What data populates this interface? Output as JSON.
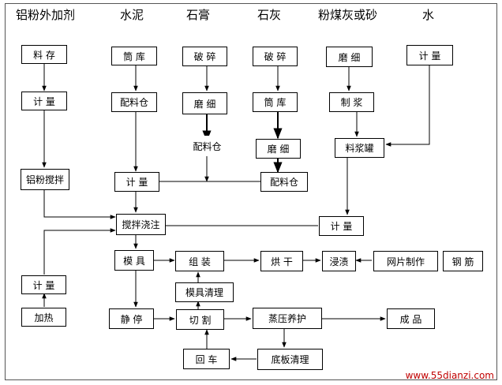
{
  "columns": {
    "c1": "铝粉外加剂",
    "c2": "水泥",
    "c3": "石膏",
    "c4": "石灰",
    "c5": "粉煤灰或砂",
    "c6": "水"
  },
  "nodes": {
    "liaocun": "料 存",
    "jiliang_al": "计 量",
    "lvfen_jiaoban": "铝粉搅拌",
    "jiliang_heat": "计 量",
    "jiare": "加热",
    "tongku_cement": "筒 库",
    "peiliaocang_cement": "配料仓",
    "jiliang_center": "计 量",
    "jiaoban_jiaozhu": "搅拌浇注",
    "moju": "模 具",
    "jingting": "静 停",
    "posui_gypsum": "破 碎",
    "moxi_gypsum": "磨 细",
    "peiliaocang_gypsum": "配料仓",
    "posui_lime": "破 碎",
    "tongku_lime": "筒 库",
    "moxi_lime": "磨 细",
    "peiliaocang_lime": "配料仓",
    "moxi_ash": "磨 细",
    "zhijiang": "制 浆",
    "liaojiangguan": "料浆罐",
    "jiliang_slurry": "计 量",
    "jiliang_water": "计 量",
    "zuzhuang": "组 装",
    "mojuqingli": "模具清理",
    "hongganzi": "烘 干",
    "jinzi": "浸渍",
    "wangpianzhizuo": "网片制作",
    "gangjin": "钢 筋",
    "qiege": "切 割",
    "zhengya": "蒸压养护",
    "chengpin": "成 品",
    "huiche": "回 车",
    "dibanqingli": "底板清理"
  },
  "watermark": "www.55dianzi.com"
}
